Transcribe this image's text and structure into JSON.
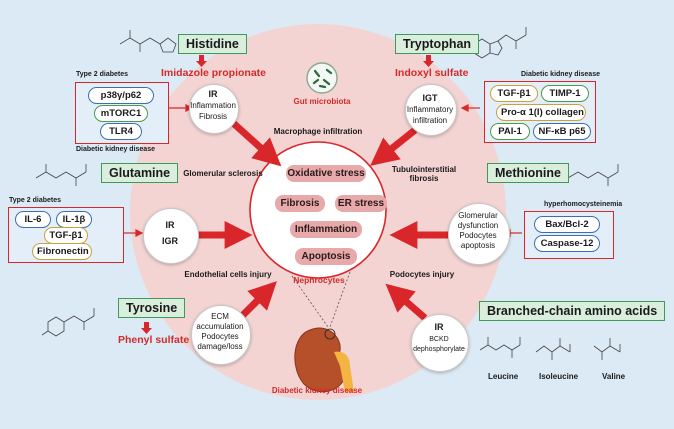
{
  "center": {
    "items": [
      "Oxidative stress",
      "Fibrosis",
      "ER stress",
      "Inflammation",
      "Apoptosis"
    ],
    "label": "Nephrocytes"
  },
  "ring_labels": {
    "gut_microbiota": "Gut microbiota",
    "macrophage": "Macrophage infiltration",
    "glomerular_sclerosis": "Glomerular sclerosis",
    "tubulointerstitial": "Tubulointerstitial\nfibrosis",
    "endothelial": "Endothelial cells injury",
    "podocytes_injury": "Podocytes injury",
    "disease": "Diabetic kidney disease"
  },
  "histidine": {
    "name": "Histidine",
    "metabolite": "Imidazole propionate",
    "disease_top": "Type 2 diabetes",
    "disease_bottom": "Diabetic kidney disease",
    "markers": [
      "p38γ/p62",
      "mTORC1",
      "TLR4"
    ],
    "effects": [
      "IR",
      "Inflammation",
      "Fibrosis"
    ]
  },
  "tryptophan": {
    "name": "Tryptophan",
    "metabolite": "Indoxyl sulfate",
    "disease": "Diabetic kidney disease",
    "markers": [
      "TGF-β1",
      "TIMP-1",
      "Pro-α 1(I) collagen",
      "PAI-1",
      "NF-κB p65"
    ],
    "effects": [
      "IGT",
      "Inflammatory",
      "infiltration"
    ]
  },
  "glutamine": {
    "name": "Glutamine",
    "disease": "Type 2 diabetes",
    "markers": [
      "IL-6",
      "IL-1β",
      "TGF-β1",
      "Fibronectin"
    ],
    "effects": [
      "IR",
      "IGR"
    ]
  },
  "methionine": {
    "name": "Methionine",
    "disease": "hyperhomocysteinemia",
    "markers": [
      "Bax/Bcl-2",
      "Caspase-12"
    ],
    "effects": [
      "Glomerular",
      "dysfunction",
      "Podocytes",
      "apoptosis"
    ]
  },
  "tyrosine": {
    "name": "Tyrosine",
    "metabolite": "Phenyl sulfate",
    "effects": [
      "ECM",
      "accumulation",
      "Podocytes",
      "damage/loss"
    ]
  },
  "bcaa": {
    "name": "Branched-chain amino acids",
    "effects": [
      "IR",
      "BCKD",
      "dephosphorylate"
    ],
    "molecules": [
      "Leucine",
      "Isoleucine",
      "Valine"
    ]
  },
  "colors": {
    "arrow": "#d9262a",
    "ring": "#f3d4d2",
    "center_fill": "#e8a9aa",
    "aa_box": "#d9eedc"
  }
}
